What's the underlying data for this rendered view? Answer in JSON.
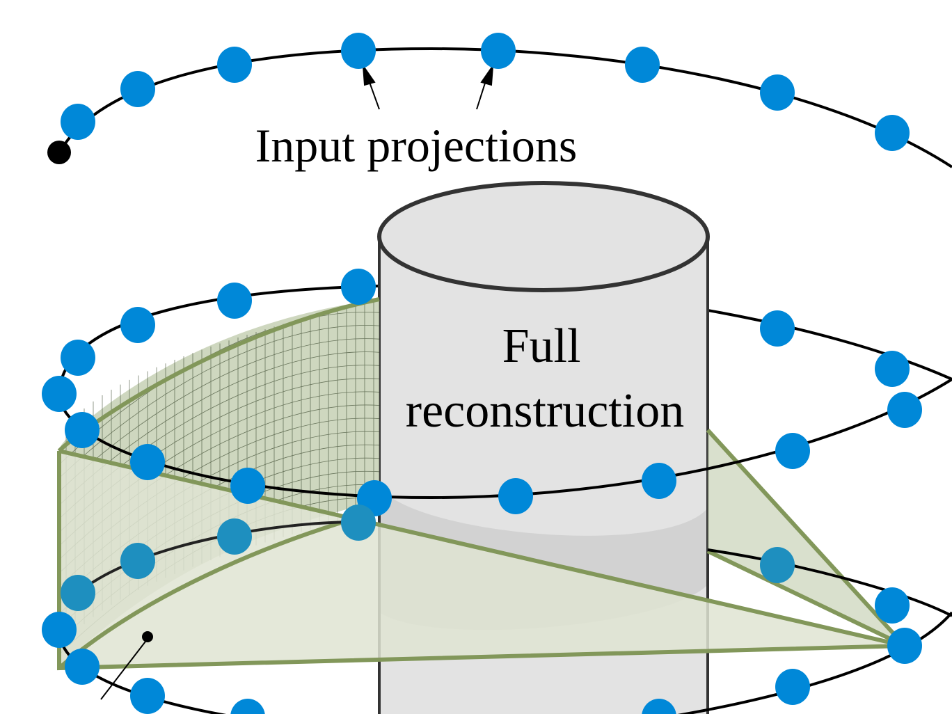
{
  "labels": {
    "input_projections": "Input projections",
    "full_line1": "Full",
    "full_line2": "reconstruction"
  },
  "colors": {
    "projection_dot": "#0088d8",
    "volume_fill": "#c9d3b8",
    "volume_edge": "#82975a",
    "cylinder_fill": "#e3e3e3",
    "cylinder_edge": "#333333"
  }
}
